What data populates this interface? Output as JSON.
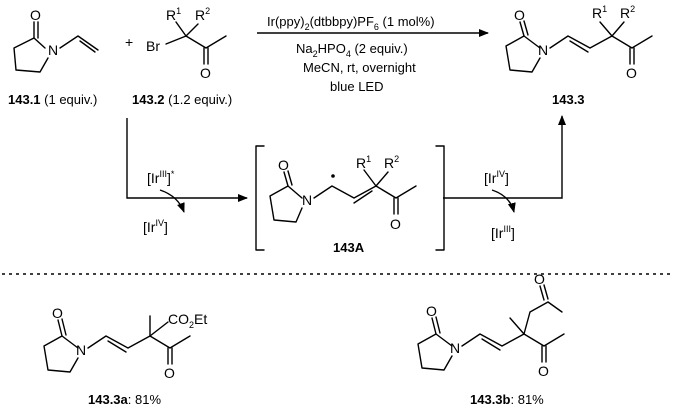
{
  "atoms": {
    "O": "O",
    "N": "N",
    "Br": "Br",
    "R": "R",
    "R1_sup": "1",
    "R2_sup": "2",
    "CO2Et": "CO",
    "CO2Et_sub": "2",
    "CO2Et_tail": "Et"
  },
  "reactants": {
    "r1_bold": "143.1",
    "r1_rest": " (1 equiv.)",
    "plus": "+",
    "r2_bold": "143.2",
    "r2_rest": " (1.2 equiv.)"
  },
  "conditions": {
    "line1": "Ir(ppy)",
    "line1_sub": "2",
    "line1_b": "(dtbbpy)PF",
    "line1_sub2": "6",
    "line1_c": " (1 mol%)",
    "line2": "Na",
    "line2_sub": "2",
    "line2_b": "HPO",
    "line2_sub2": "4",
    "line2_c": " (2 equiv.)",
    "line3": "MeCN, rt, overnight",
    "line4": "blue LED"
  },
  "product_label": "143.3",
  "catalytic": {
    "ir_base": "[Ir",
    "ir_close": "]",
    "ox3": "III",
    "ox4": "IV",
    "star": "*"
  },
  "intermediate_label": "143A",
  "examples": [
    {
      "label_bold": "143.3a",
      "label_rest": ": 81%"
    },
    {
      "label_bold": "143.3b",
      "label_rest": ": 81%"
    }
  ]
}
